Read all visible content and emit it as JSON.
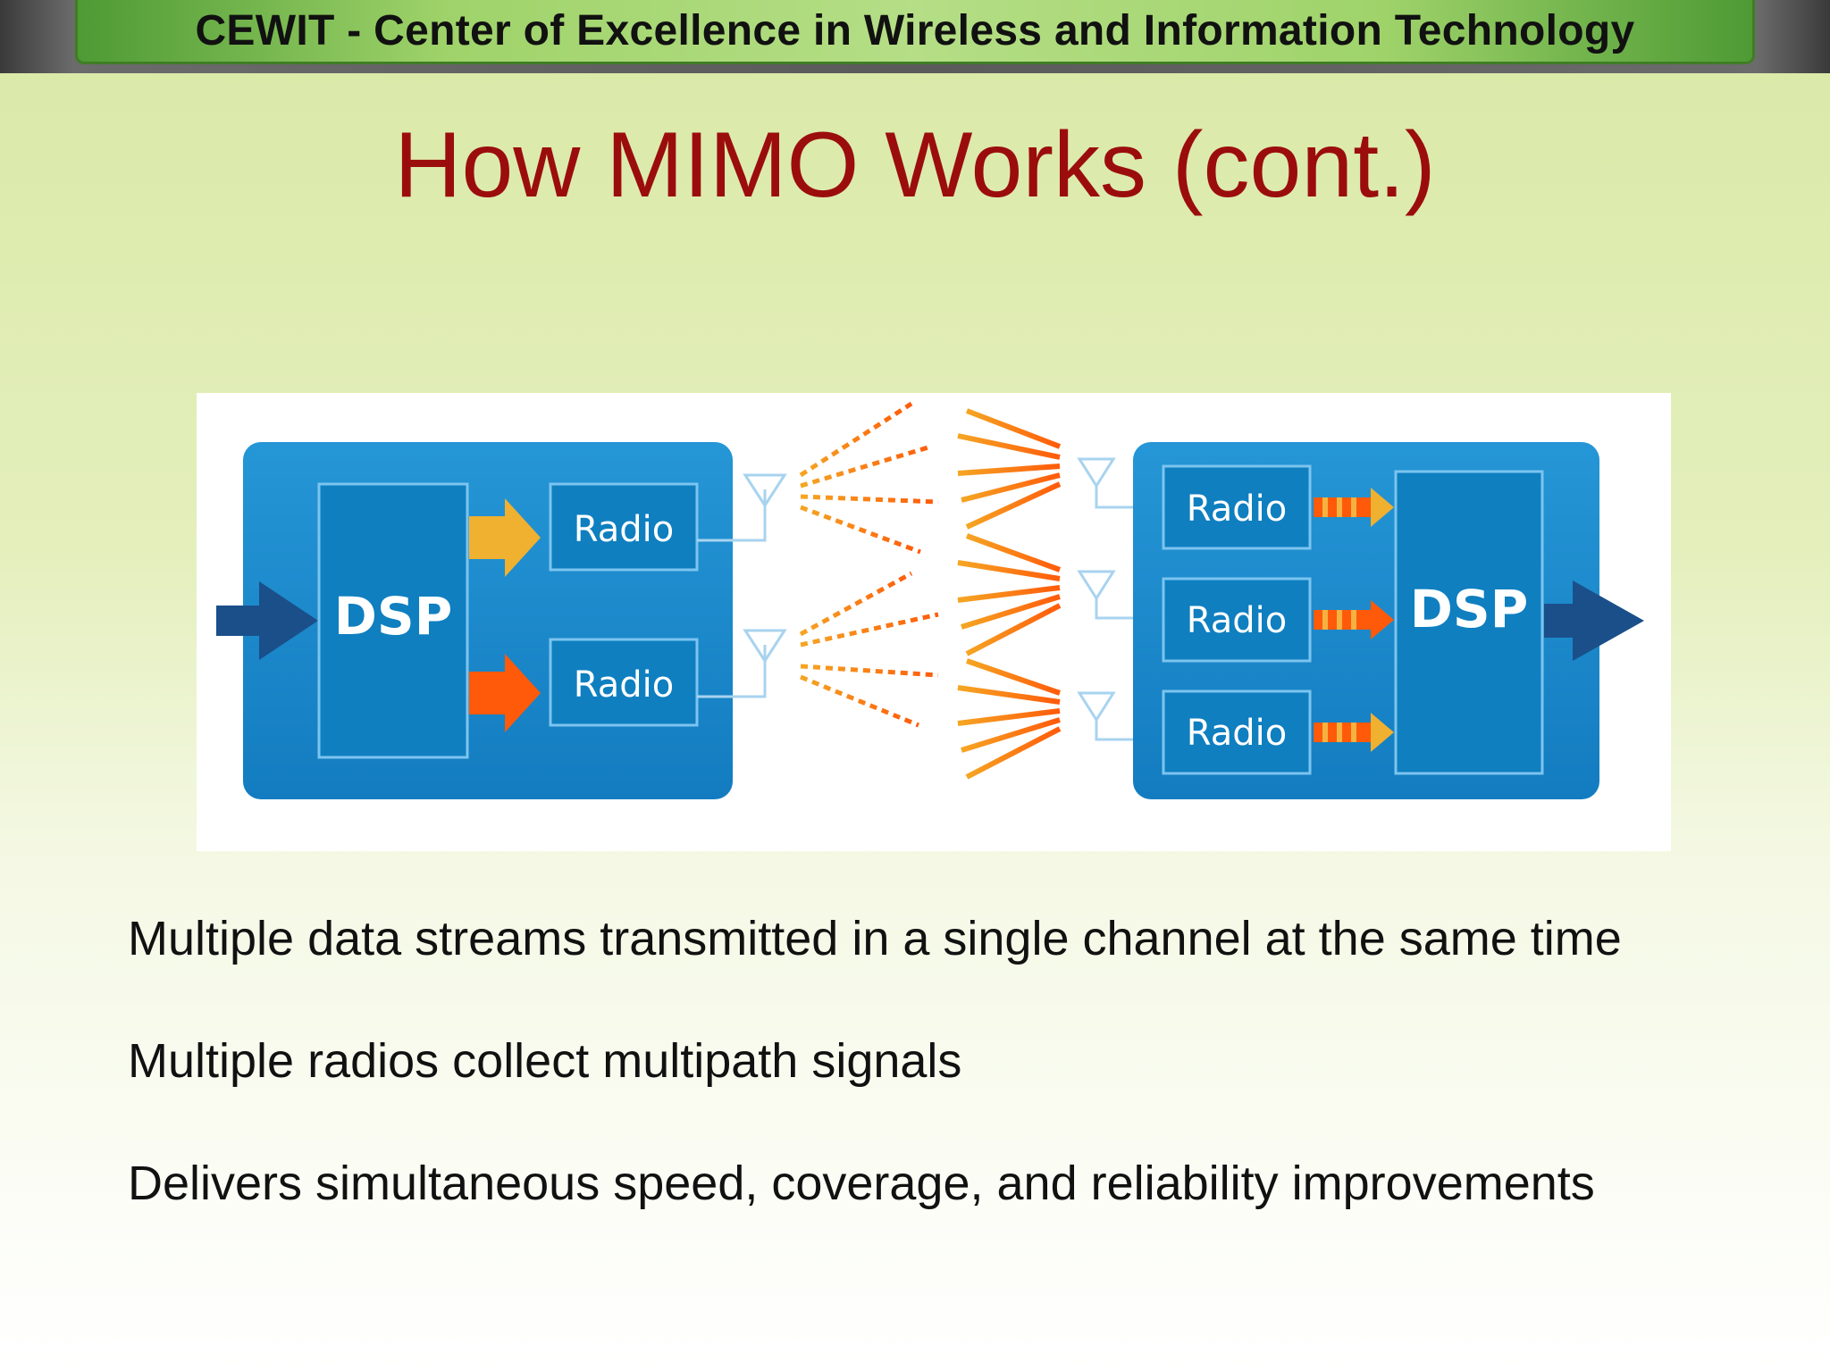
{
  "header": {
    "banner_text": "CEWIT - Center of Excellence in Wireless and Information Technology"
  },
  "slide": {
    "title": "How MIMO Works (cont.)"
  },
  "diagram": {
    "transmitter": {
      "dsp_label": "DSP",
      "radios": [
        "Radio",
        "Radio"
      ]
    },
    "receiver": {
      "dsp_label": "DSP",
      "radios": [
        "Radio",
        "Radio",
        "Radio"
      ]
    },
    "colors": {
      "block": "#0f7fc0",
      "frame": "#1b8fd0",
      "arrow_dark": "#1a4f8a",
      "arrow_gold": "#f0b030",
      "arrow_orange": "#ff5a0a",
      "signal": "#f07a20"
    }
  },
  "bullets": [
    "Multiple data streams transmitted in a single channel at the same time",
    "Multiple radios collect multipath signals",
    "Delivers simultaneous speed, coverage, and reliability improvements"
  ]
}
